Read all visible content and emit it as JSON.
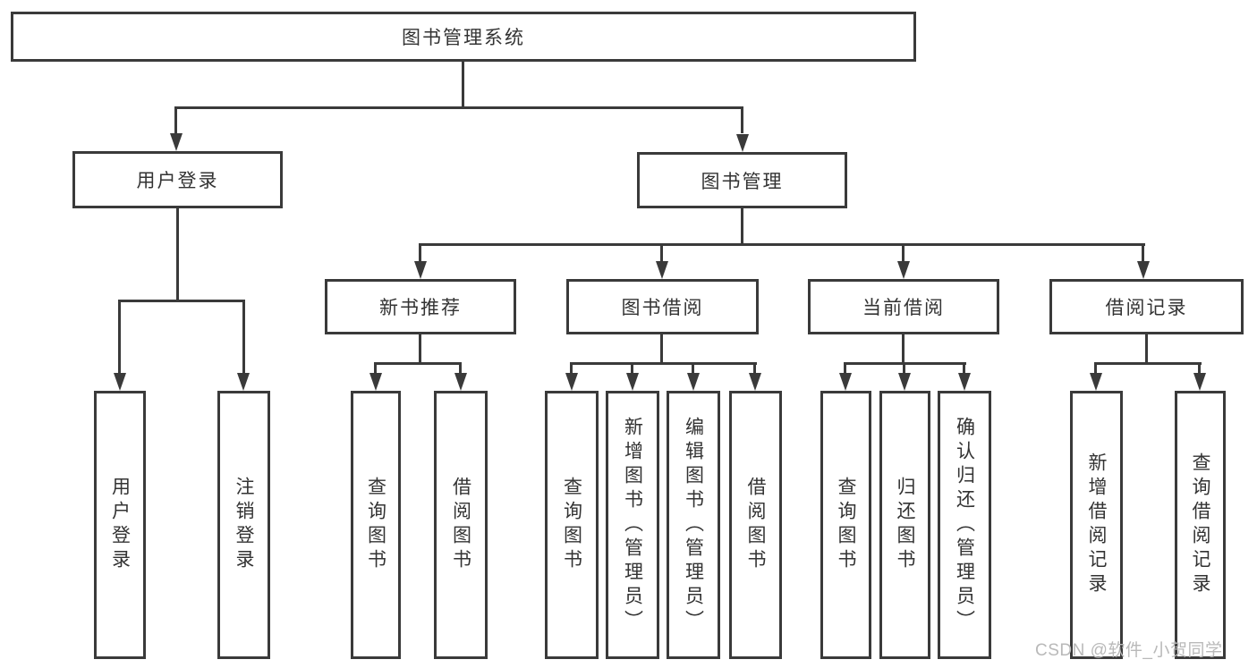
{
  "nodes": {
    "root": "图书管理系统",
    "level2": [
      "用户登录",
      "图书管理"
    ],
    "login_children": [
      "用户登录",
      "注销登录"
    ],
    "management_children": [
      "新书推荐",
      "图书借阅",
      "当前借阅",
      "借阅记录"
    ],
    "new_book_children": [
      "查询图书",
      "借阅图书"
    ],
    "borrow_children": [
      "查询图书",
      "新增图书（管理员）",
      "编辑图书（管理员）",
      "借阅图书"
    ],
    "current_children": [
      "查询图书",
      "归还图书",
      "确认归还（管理员）"
    ],
    "record_children": [
      "新增借阅记录",
      "查询借阅记录"
    ]
  },
  "watermark": {
    "text": "CSDN @软件_小贺同学"
  },
  "colors": {
    "line": "#3a3a3a",
    "text": "#333333",
    "background": "#ffffff",
    "watermark": "#b9b9b9",
    "box_fill": "#ffffff"
  }
}
